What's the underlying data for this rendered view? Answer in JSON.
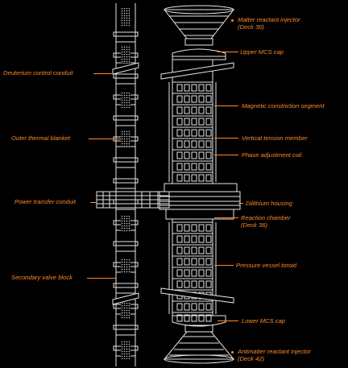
{
  "diagram": {
    "labels": {
      "matter_injector": "Matter reactant injector",
      "matter_injector_deck": "(Deck 30)",
      "upper_mcs_cap": "Upper MCS cap",
      "magnetic_segment": "Magnetic constriction segment",
      "vertical_tension": "Vertical tension member",
      "phase_coil": "Phase adjustment coil",
      "dilithium_housing": "Dilithium housing",
      "reaction_chamber": "Reaction chamber",
      "reaction_chamber_deck": "(Deck 36)",
      "pressure_toroid": "Pressure vessel toroid",
      "lower_mcs_cap": "Lower MCS cap",
      "antimatter_injector": "Antimatter reactant injector",
      "antimatter_injector_deck": "(Deck 42)",
      "deuterium_conduit": "Deuterium control conduit",
      "outer_blanket": "Outer thermal blanket",
      "power_conduit": "Power transfer conduit",
      "secondary_valve": "Secondary valve block"
    },
    "colors": {
      "label": "#ff8a2a",
      "line": "#e6e6e6",
      "background": "#000000"
    }
  }
}
